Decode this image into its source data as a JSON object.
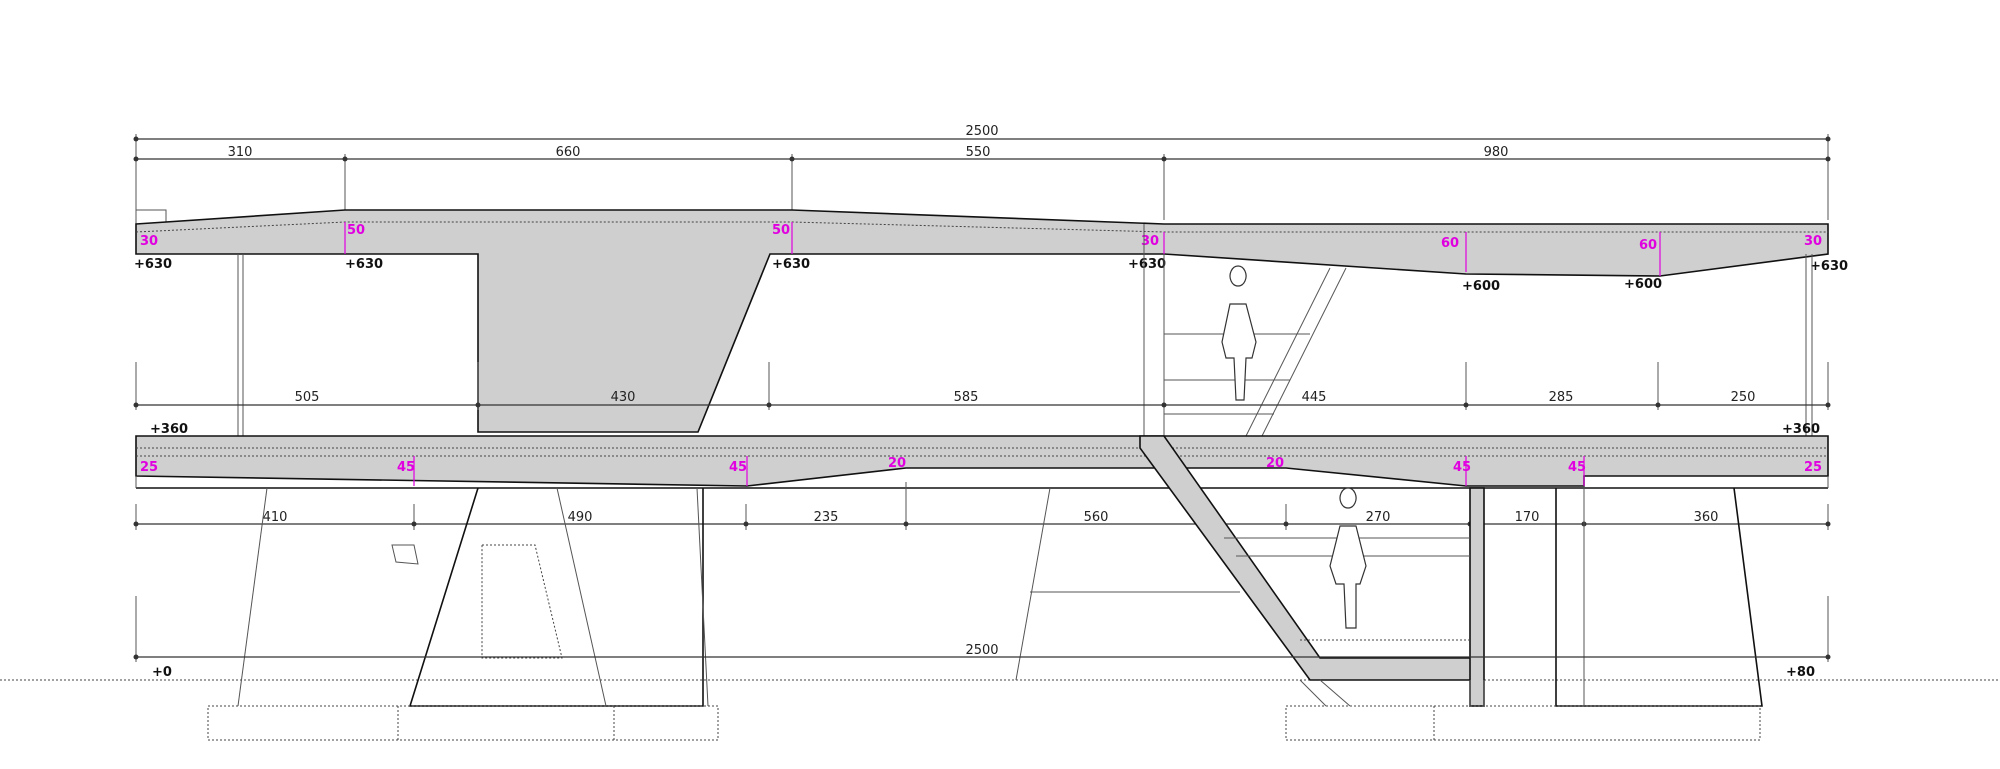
{
  "dimensions": {
    "top_total": "2500",
    "top_segments": [
      "310",
      "660",
      "550",
      "980"
    ],
    "mid_segments": [
      "505",
      "430",
      "585",
      "445",
      "285",
      "250"
    ],
    "low_segments": [
      "410",
      "490",
      "235",
      "560",
      "270",
      "170",
      "360"
    ],
    "bottom_total": "2500"
  },
  "levels": {
    "roof": [
      "+630",
      "+630",
      "+630",
      "+630",
      "+600",
      "+600",
      "+630"
    ],
    "floor_left": "+360",
    "floor_right": "+360",
    "ground_left": "+0",
    "ground_right": "+80"
  },
  "thickness": {
    "roof": [
      "30",
      "50",
      "50",
      "30",
      "60",
      "60",
      "30"
    ],
    "floor": [
      "25",
      "45",
      "45",
      "20",
      "20",
      "45",
      "45",
      "25"
    ]
  }
}
